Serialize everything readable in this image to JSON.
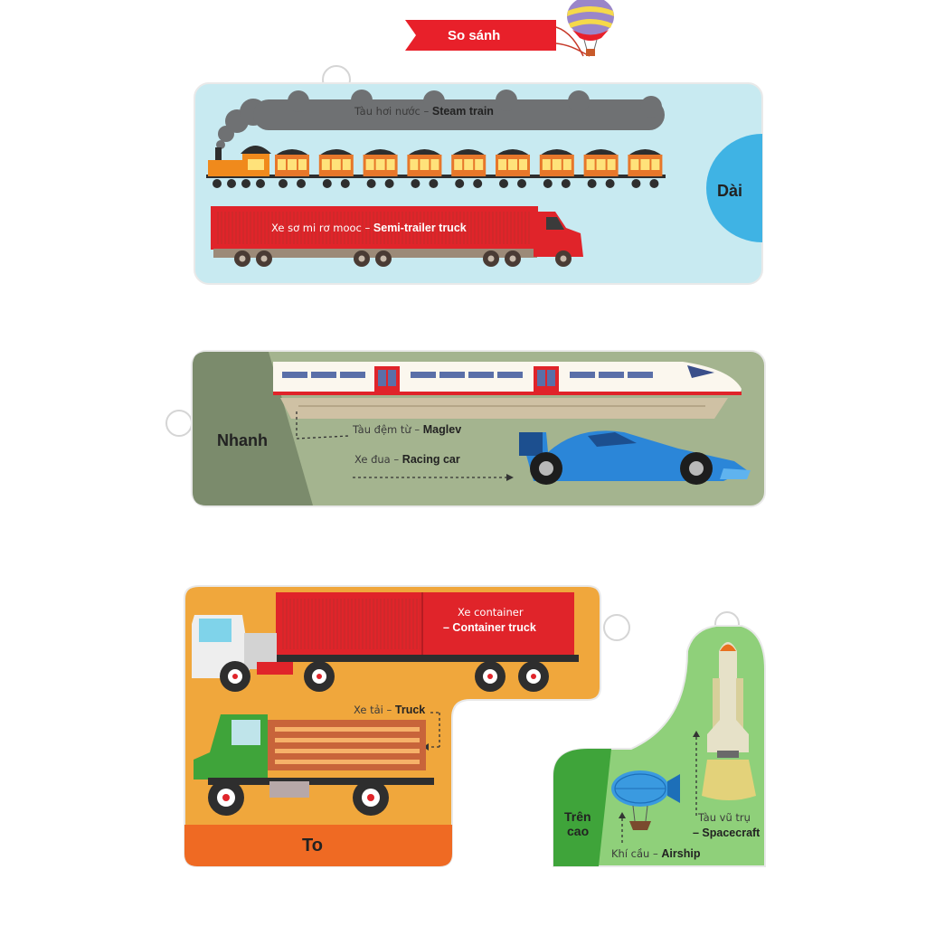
{
  "banner": {
    "title": "So sánh"
  },
  "cards": {
    "long": {
      "category": "Dài",
      "steam_train": {
        "vi": "Tàu hơi nước – ",
        "en": "Steam train"
      },
      "semi_trailer": {
        "vi": "Xe sơ mi rơ mooc – ",
        "en": "Semi-trailer truck"
      }
    },
    "fast": {
      "category": "Nhanh",
      "maglev": {
        "vi": "Tàu đệm từ – ",
        "en": "Maglev"
      },
      "racing_car": {
        "vi": "Xe đua – ",
        "en": "Racing car"
      }
    },
    "big": {
      "category": "To",
      "container_truck": {
        "vi": "Xe container",
        "en": "– Container truck"
      },
      "truck": {
        "vi": "Xe tải – ",
        "en": "Truck"
      }
    },
    "high": {
      "category_line1": "Trên",
      "category_line2": "cao",
      "spacecraft": {
        "vi": "Tàu vũ trụ",
        "en": "– Spacecraft"
      },
      "airship": {
        "vi": "Khí cầu – ",
        "en": "Airship"
      }
    }
  },
  "colors": {
    "card_long": "#c8eaf1",
    "card_fast": "#a4b48f",
    "card_big": "#f0a73c",
    "card_high": "#8fd07a",
    "banner_red": "#e8202a",
    "accent_blue": "#3fb3e4"
  }
}
